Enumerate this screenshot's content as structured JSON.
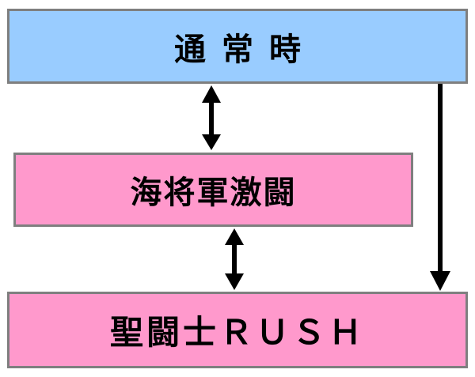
{
  "boxes": {
    "normal": {
      "label": "通常時",
      "color": "#99ccff"
    },
    "kaisho": {
      "label": "海将軍激闘",
      "color": "#ff99cc"
    },
    "rush": {
      "label": "聖闘士ＲＵＳＨ",
      "color": "#ff99cc"
    }
  },
  "colors": {
    "border": "#7f7f7f",
    "arrow": "#000000"
  }
}
